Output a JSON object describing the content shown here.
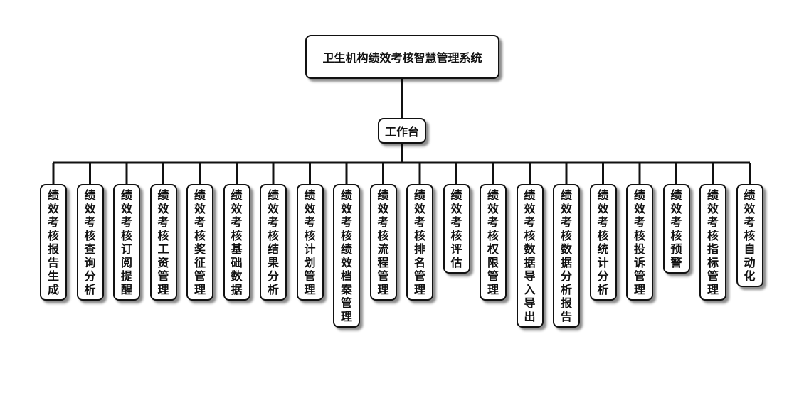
{
  "root": {
    "label": "卫生机构绩效考核智慧管理系统"
  },
  "hub": {
    "label": "工作台"
  },
  "modules": [
    {
      "label": "绩效考核报告生成"
    },
    {
      "label": "绩效考核查询分析"
    },
    {
      "label": "绩效考核订阅提醒"
    },
    {
      "label": "绩效考核工资管理"
    },
    {
      "label": "绩效考核奖征管理"
    },
    {
      "label": "绩效考核基础数据"
    },
    {
      "label": "绩效考核结果分析"
    },
    {
      "label": "绩效考核计划管理"
    },
    {
      "label": "绩效考核绩效档案管理"
    },
    {
      "label": "绩效考核流程管理"
    },
    {
      "label": "绩效考核排名管理"
    },
    {
      "label": "绩效考核评估"
    },
    {
      "label": "绩效考核权限管理"
    },
    {
      "label": "绩效考核数据导入导出"
    },
    {
      "label": "绩效考核数据分析报告"
    },
    {
      "label": "绩效考核统计分析"
    },
    {
      "label": "绩效考核投诉管理"
    },
    {
      "label": "绩效考核预警"
    },
    {
      "label": "绩效考核指标管理"
    },
    {
      "label": "绩效考核自动化"
    }
  ],
  "colors": {
    "line": "#111111",
    "box_border": "#111111",
    "box_fill": "#ffffff"
  }
}
